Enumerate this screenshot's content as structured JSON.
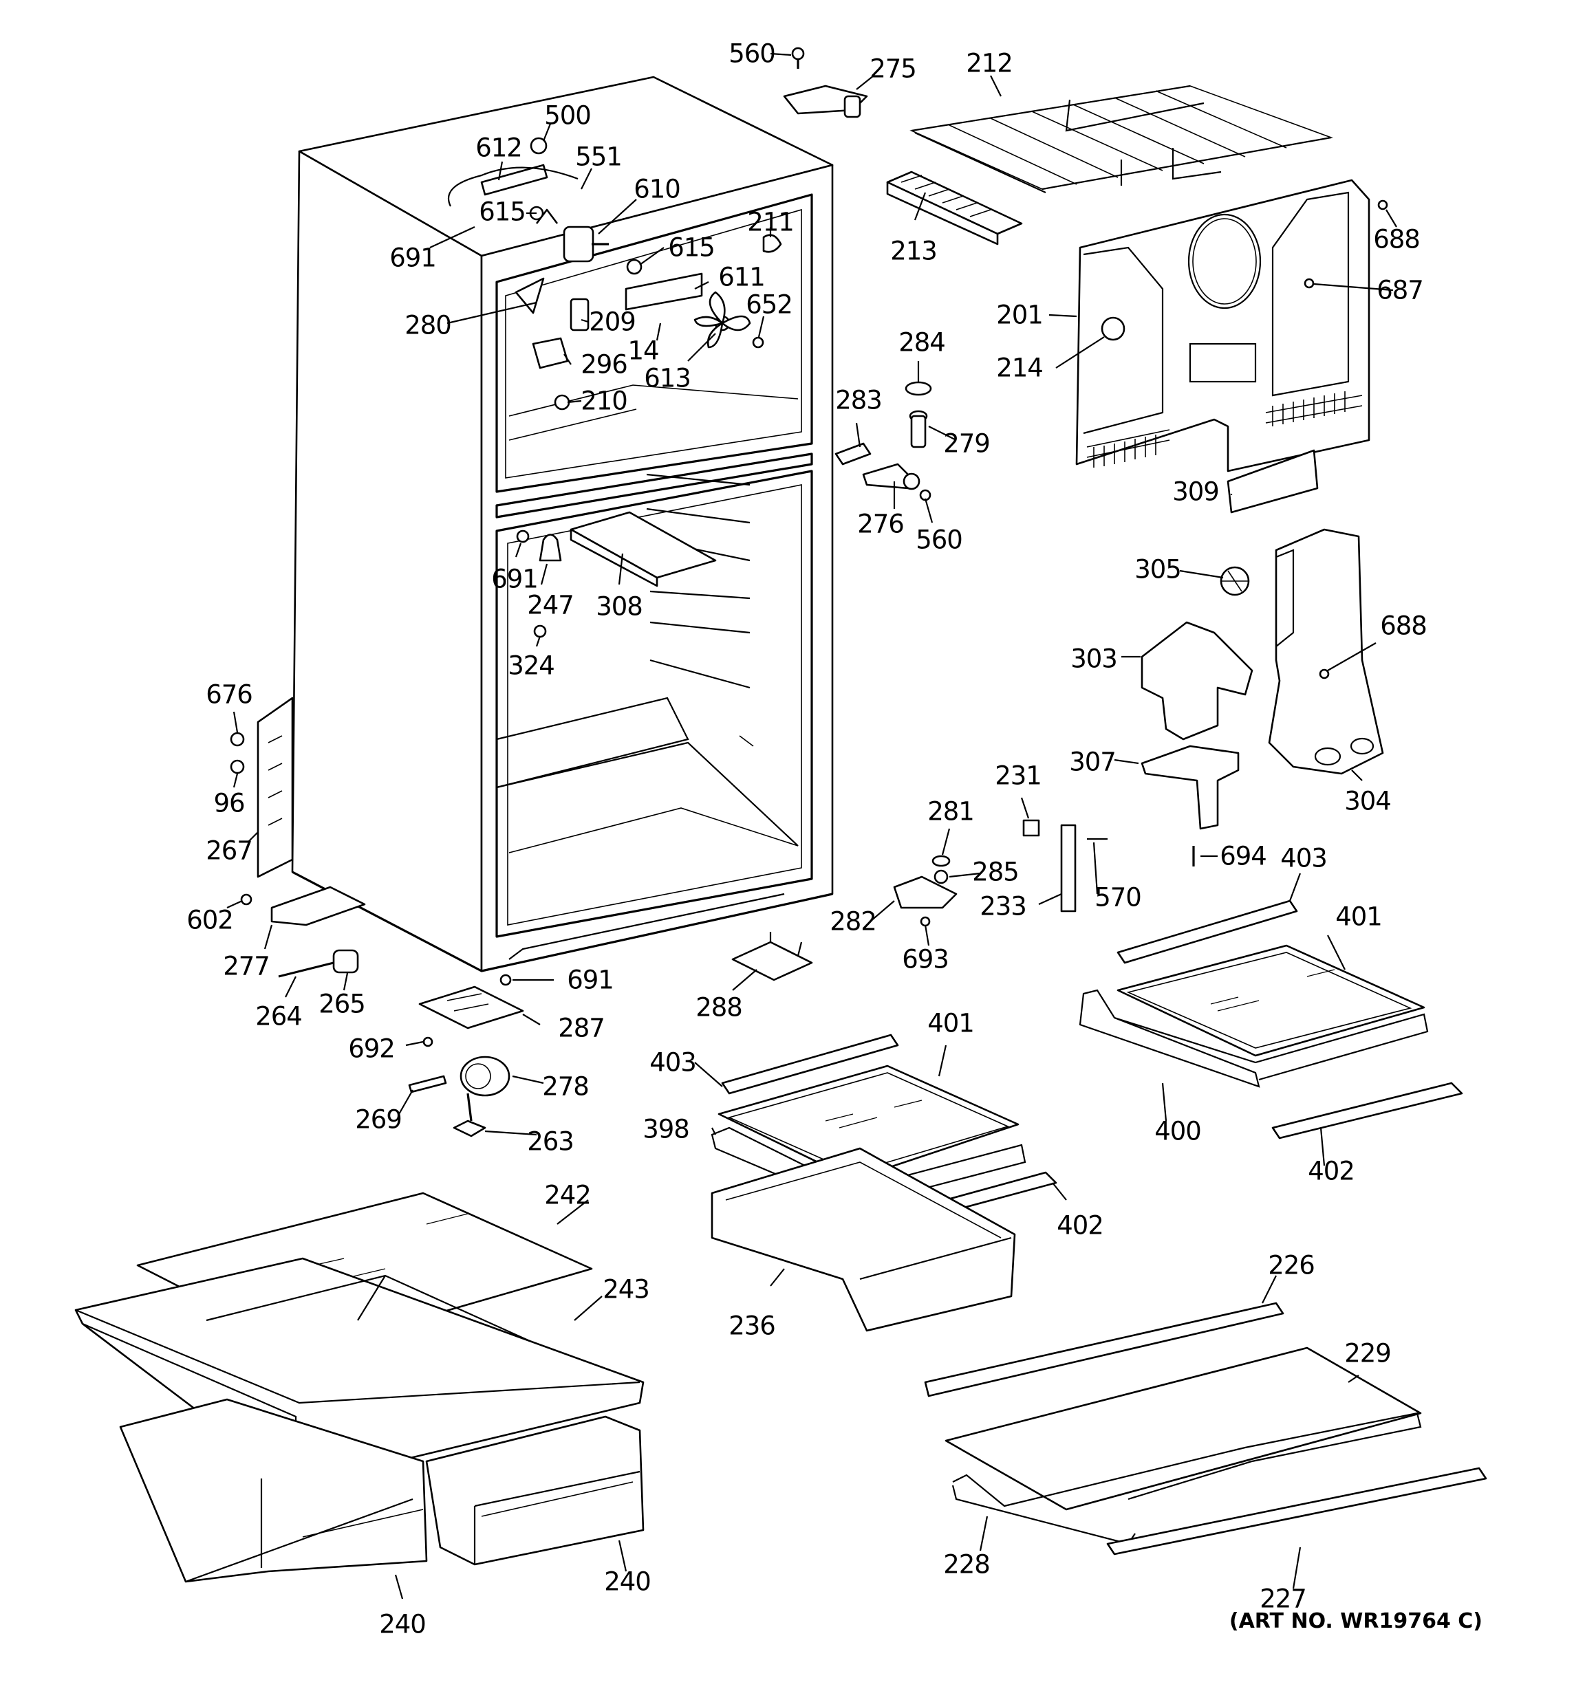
{
  "art_number": "(ART NO. WR19764 C)",
  "parts": [
    {
      "id": "p560a",
      "label": "560"
    },
    {
      "id": "p275",
      "label": "275"
    },
    {
      "id": "p212",
      "label": "212"
    },
    {
      "id": "p500",
      "label": "500"
    },
    {
      "id": "p612",
      "label": "612"
    },
    {
      "id": "p551",
      "label": "551"
    },
    {
      "id": "p610",
      "label": "610"
    },
    {
      "id": "p615a",
      "label": "615"
    },
    {
      "id": "p691a",
      "label": "691"
    },
    {
      "id": "p211",
      "label": "211"
    },
    {
      "id": "p615b",
      "label": "615"
    },
    {
      "id": "p611",
      "label": "611"
    },
    {
      "id": "p213",
      "label": "213"
    },
    {
      "id": "p688a",
      "label": "688"
    },
    {
      "id": "p687",
      "label": "687"
    },
    {
      "id": "p201",
      "label": "201"
    },
    {
      "id": "p280",
      "label": "280"
    },
    {
      "id": "p209",
      "label": "209"
    },
    {
      "id": "p652",
      "label": "652"
    },
    {
      "id": "p14",
      "label": "14"
    },
    {
      "id": "p296",
      "label": "296"
    },
    {
      "id": "p613",
      "label": "613"
    },
    {
      "id": "p214",
      "label": "214"
    },
    {
      "id": "p284",
      "label": "284"
    },
    {
      "id": "p210",
      "label": "210"
    },
    {
      "id": "p283",
      "label": "283"
    },
    {
      "id": "p279",
      "label": "279"
    },
    {
      "id": "p309",
      "label": "309"
    },
    {
      "id": "p276",
      "label": "276"
    },
    {
      "id": "p560b",
      "label": "560"
    },
    {
      "id": "p305",
      "label": "305"
    },
    {
      "id": "p691b",
      "label": "691"
    },
    {
      "id": "p247",
      "label": "247"
    },
    {
      "id": "p308",
      "label": "308"
    },
    {
      "id": "p688b",
      "label": "688"
    },
    {
      "id": "p303",
      "label": "303"
    },
    {
      "id": "p324",
      "label": "324"
    },
    {
      "id": "p676",
      "label": "676"
    },
    {
      "id": "p307",
      "label": "307"
    },
    {
      "id": "p231",
      "label": "231"
    },
    {
      "id": "p304",
      "label": "304"
    },
    {
      "id": "p96",
      "label": "96"
    },
    {
      "id": "p281",
      "label": "281"
    },
    {
      "id": "p267",
      "label": "267"
    },
    {
      "id": "p694",
      "label": "694"
    },
    {
      "id": "p403a",
      "label": "403"
    },
    {
      "id": "p285",
      "label": "285"
    },
    {
      "id": "p570",
      "label": "570"
    },
    {
      "id": "p233",
      "label": "233"
    },
    {
      "id": "p602",
      "label": "602"
    },
    {
      "id": "p282",
      "label": "282"
    },
    {
      "id": "p401a",
      "label": "401"
    },
    {
      "id": "p693",
      "label": "693"
    },
    {
      "id": "p277",
      "label": "277"
    },
    {
      "id": "p691c",
      "label": "691"
    },
    {
      "id": "p265",
      "label": "265"
    },
    {
      "id": "p264",
      "label": "264"
    },
    {
      "id": "p288",
      "label": "288"
    },
    {
      "id": "p287",
      "label": "287"
    },
    {
      "id": "p401b",
      "label": "401"
    },
    {
      "id": "p692",
      "label": "692"
    },
    {
      "id": "p403b",
      "label": "403"
    },
    {
      "id": "p278",
      "label": "278"
    },
    {
      "id": "p269",
      "label": "269"
    },
    {
      "id": "p400",
      "label": "400"
    },
    {
      "id": "p398",
      "label": "398"
    },
    {
      "id": "p263",
      "label": "263"
    },
    {
      "id": "p402a",
      "label": "402"
    },
    {
      "id": "p402b",
      "label": "402"
    },
    {
      "id": "p242",
      "label": "242"
    },
    {
      "id": "p226",
      "label": "226"
    },
    {
      "id": "p243",
      "label": "243"
    },
    {
      "id": "p236",
      "label": "236"
    },
    {
      "id": "p229",
      "label": "229"
    },
    {
      "id": "p228",
      "label": "228"
    },
    {
      "id": "p240a",
      "label": "240"
    },
    {
      "id": "p227",
      "label": "227"
    },
    {
      "id": "p240b",
      "label": "240"
    }
  ]
}
